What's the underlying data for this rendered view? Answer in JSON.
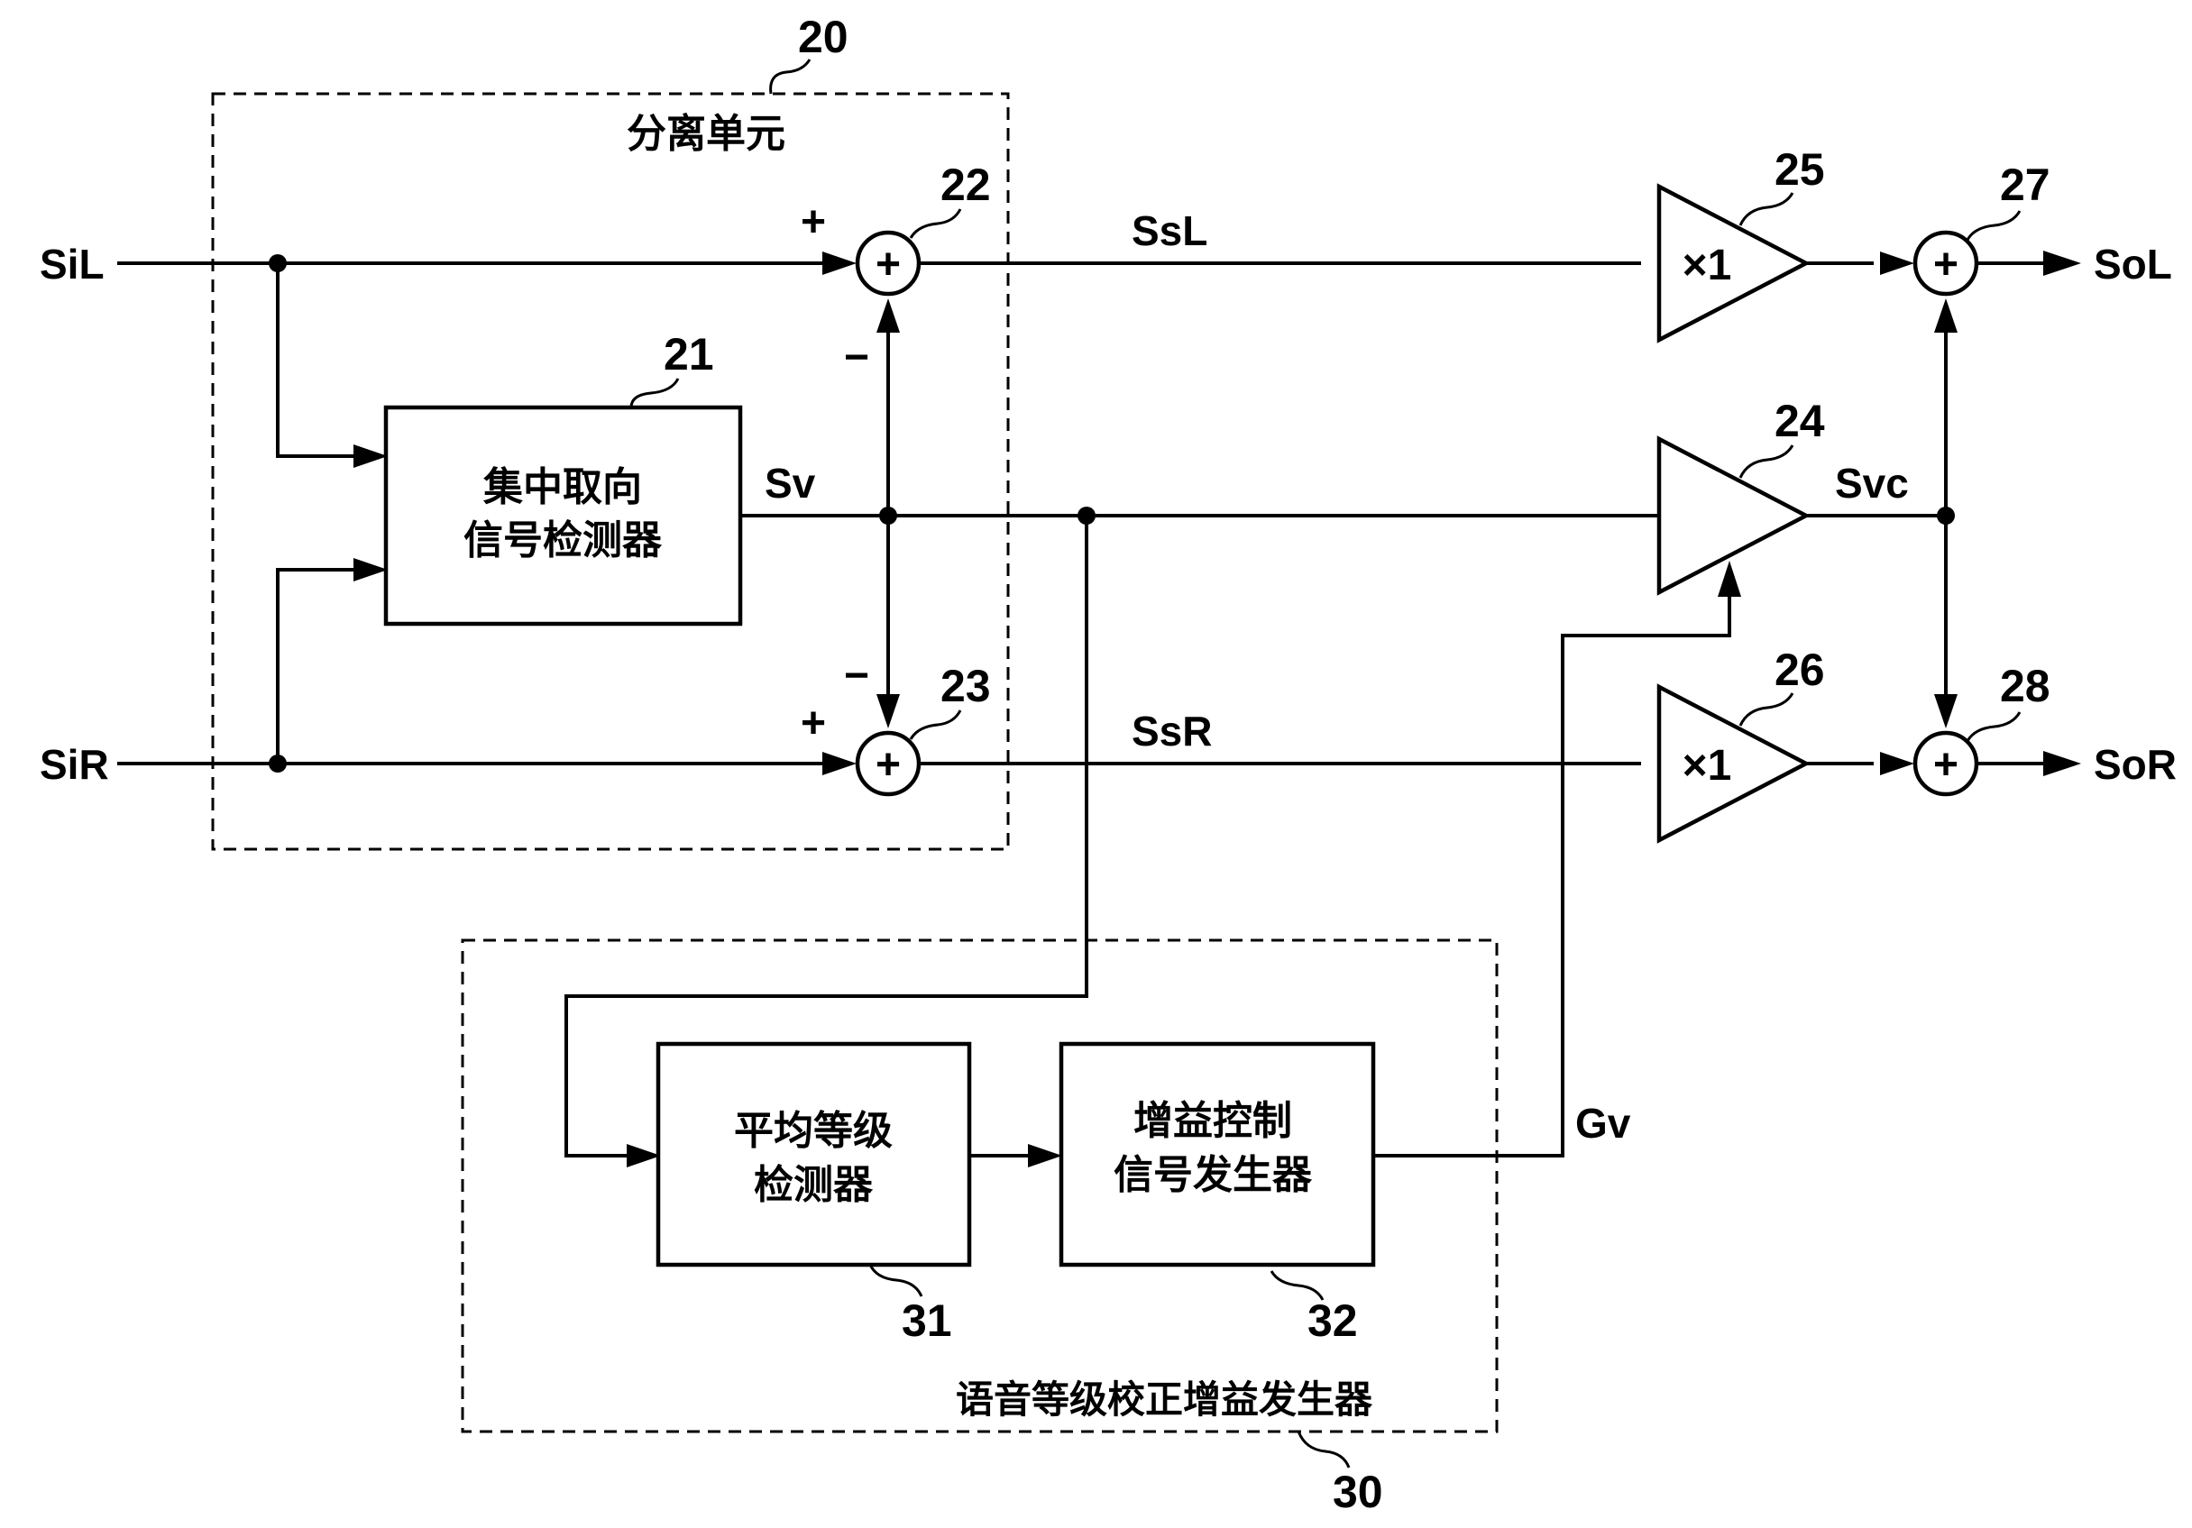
{
  "signals": {
    "SiL": "SiL",
    "SiR": "SiR",
    "SsL": "SsL",
    "SsR": "SsR",
    "Sv": "Sv",
    "Svc": "Svc",
    "Gv": "Gv",
    "SoL": "SoL",
    "SoR": "SoR"
  },
  "separation_unit": {
    "label": "分离单元",
    "ref": "20"
  },
  "detector": {
    "line1": "集中取向",
    "line2": "信号检测器",
    "ref": "21"
  },
  "adder_22": {
    "ref": "22",
    "symbol": "+",
    "plus": "+",
    "minus": "−"
  },
  "adder_23": {
    "ref": "23",
    "symbol": "+",
    "plus": "+",
    "minus": "−"
  },
  "amp_24": {
    "ref": "24"
  },
  "amp_25": {
    "ref": "25",
    "gain": "×1"
  },
  "amp_26": {
    "ref": "26",
    "gain": "×1"
  },
  "adder_27": {
    "ref": "27",
    "symbol": "+"
  },
  "adder_28": {
    "ref": "28",
    "symbol": "+"
  },
  "gain_generator": {
    "label": "语音等级校正增益发生器",
    "ref": "30"
  },
  "avg_detector": {
    "line1": "平均等级",
    "line2": "检测器",
    "ref": "31"
  },
  "gain_signal_gen": {
    "line1": "增益控制",
    "line2": "信号发生器",
    "ref": "32"
  }
}
